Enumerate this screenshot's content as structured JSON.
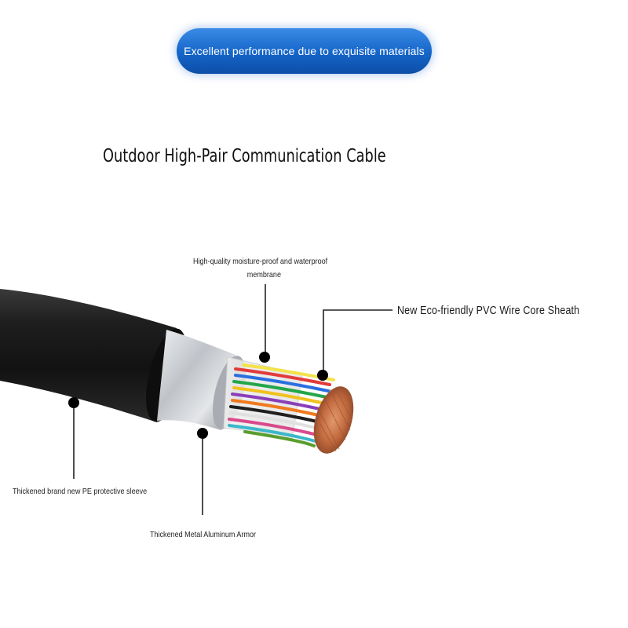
{
  "banner": {
    "text": "Excellent performance due to exquisite materials"
  },
  "title": "Outdoor High-Pair Communication Cable",
  "callouts": {
    "membrane": [
      "High-quality moisture-proof and waterproof",
      "membrane"
    ],
    "sheath": "New Eco-friendly PVC Wire Core Sheath",
    "sleeve": "Thickened brand new PE protective sleeve",
    "armor": "Thickened Metal Aluminum Armor"
  },
  "colors": {
    "banner_blue": "#1565c8",
    "cable_black": "#1b1b1b",
    "aluminum": "#c9ccd0",
    "copper": "#c7744a"
  }
}
